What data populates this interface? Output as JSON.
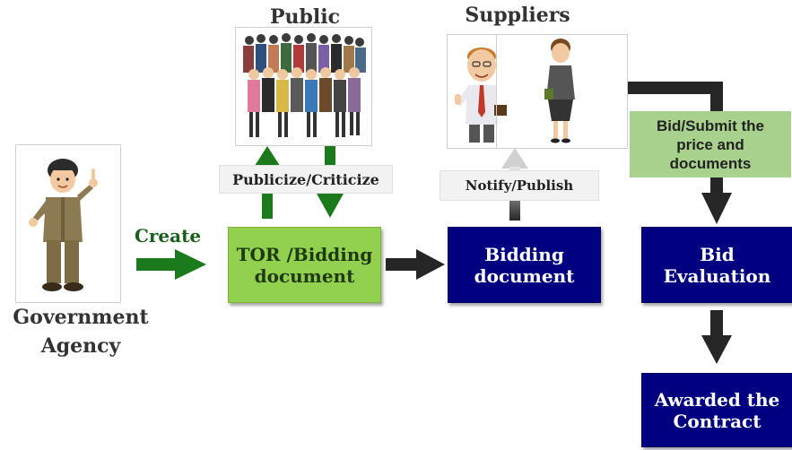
{
  "labels": {
    "public": "Public",
    "suppliers": "Suppliers",
    "government_agency": "Government\nAgency",
    "create": "Create",
    "publicize_criticize": "Publicize/Criticize",
    "notify_publish": "Notify/Publish",
    "bid_submit": "Bid/Submit the\nprice and\ndocuments"
  },
  "boxes": {
    "tor_bidding": "TOR /Bidding\ndocument",
    "bidding_document": "Bidding\ndocument",
    "bid_evaluation": "Bid\nEvaluation",
    "awarded_contract": "Awarded the\nContract"
  },
  "colors": {
    "green_box": "#92d050",
    "navy_box": "#000080",
    "green_arrow": "#1b7a1b",
    "dark_arrow": "#262626",
    "caption_bg": "#f2f2f2"
  },
  "icons": {
    "government_agency": "government-official-cartoon",
    "public": "crowd-of-people",
    "suppliers": "businessman-and-businesswoman-cartoons"
  }
}
